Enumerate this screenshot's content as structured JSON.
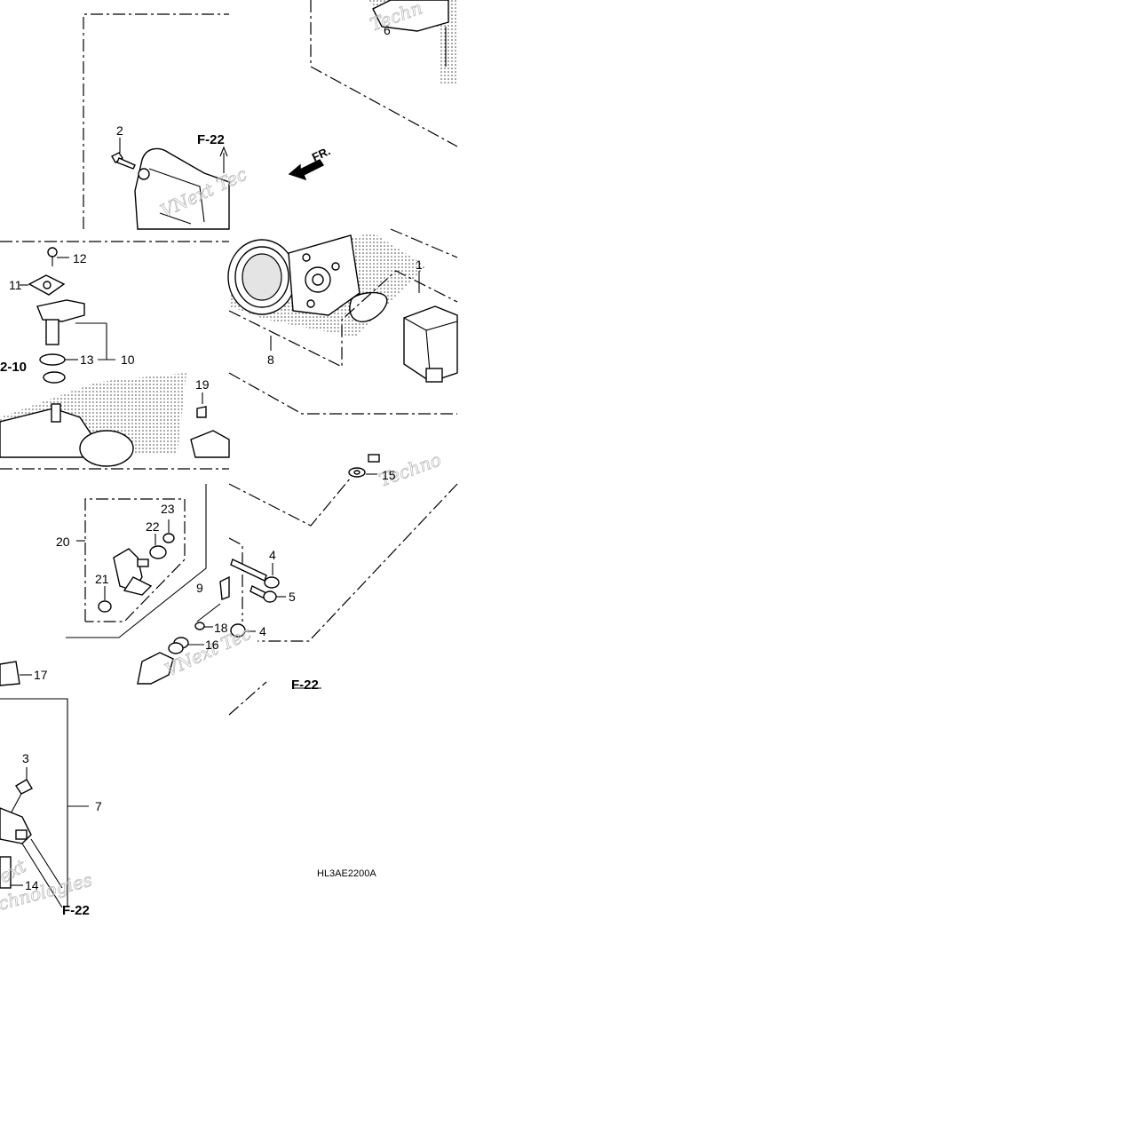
{
  "diagram": {
    "drawing_code": "HL3AE2200A",
    "direction_arrow": "FR.",
    "section_refs": [
      "F-22",
      "F-22",
      "F-22",
      "2-10"
    ],
    "watermarks": [
      "Techn",
      "VNext Tec",
      "Techno",
      "VNext Tec",
      "ext",
      "chnologies"
    ],
    "callouts": [
      "1",
      "2",
      "3",
      "4",
      "4",
      "5",
      "6",
      "7",
      "8",
      "9",
      "10",
      "11",
      "12",
      "13",
      "14",
      "15",
      "16",
      "17",
      "18",
      "19",
      "20",
      "21",
      "22",
      "23"
    ]
  }
}
